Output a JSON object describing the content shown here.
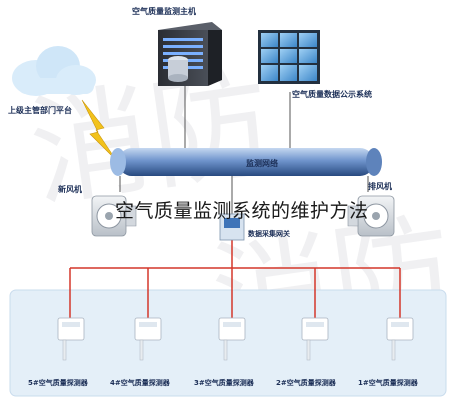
{
  "title": "空气质量监测系统的维护方法",
  "labels": {
    "monitoring_host": "空气质量监测主机",
    "display_system": "空气质量数据公示系统",
    "supervisor_platform": "上级主管部门平台",
    "network_bus": "监测网络",
    "gateway": "数据采集网关",
    "fan_left": "新风机",
    "fan_right": "排风机"
  },
  "watermark": "消防",
  "sensors": [
    {
      "label": "5#空气质量探测器"
    },
    {
      "label": "4#空气质量探测器"
    },
    {
      "label": "3#空气质量探测器"
    },
    {
      "label": "2#空气质量探测器"
    },
    {
      "label": "1#空气质量探测器"
    }
  ],
  "colors": {
    "bus_dark": "#2d4f86",
    "bus_light": "#8fb3e0",
    "link_red": "#d4372a",
    "panel_bg": "#e4eff8",
    "text_navy": "#1c2f57"
  }
}
